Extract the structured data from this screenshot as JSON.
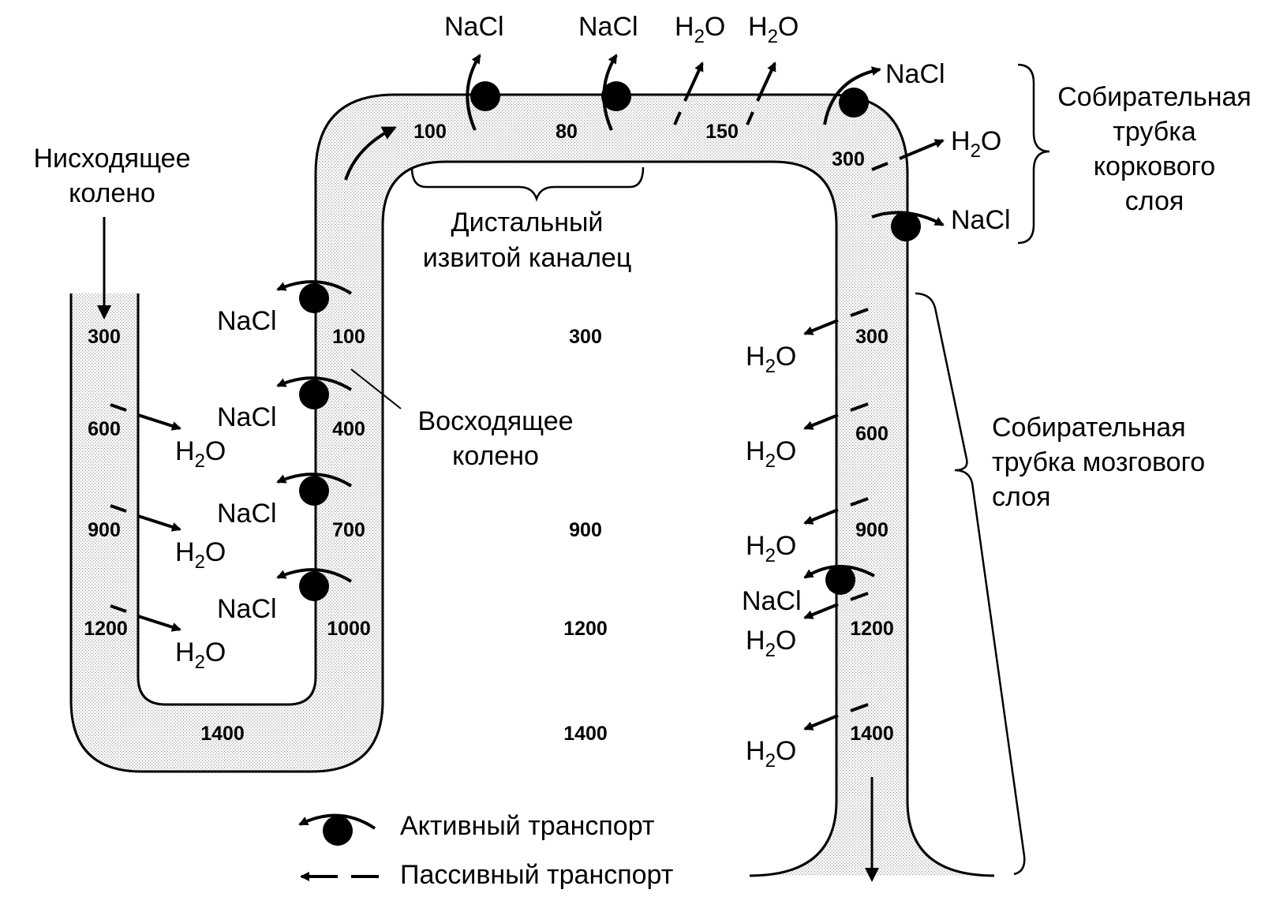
{
  "labels": {
    "descending_limb": [
      "Нисходящее",
      "колено"
    ],
    "ascending_limb": [
      "Восходящее",
      "колено"
    ],
    "distal_tubule": [
      "Дистальный",
      "извитой каналец"
    ],
    "cortical_duct": [
      "Собирательная",
      "трубка",
      "коркового",
      "слоя"
    ],
    "medullary_duct": [
      "Собирательная",
      "трубка мозгового",
      "слоя"
    ]
  },
  "legend": {
    "active": "Активный транспорт",
    "passive": "Пассивный транспорт"
  },
  "species": {
    "nacl": "NaCl",
    "h2o_h": "H",
    "h2o_sub": "2",
    "h2o_o": "O"
  },
  "concentrations": {
    "descending": [
      "300",
      "600",
      "900",
      "1200"
    ],
    "loop_bottom": "1400",
    "ascending": [
      "100",
      "400",
      "700",
      "1000"
    ],
    "distal": [
      "100",
      "80",
      "150"
    ],
    "cortical": "300",
    "interstitium": [
      "300",
      "900",
      "1200",
      "1400"
    ],
    "collecting": [
      "300",
      "600",
      "900",
      "1200",
      "1400"
    ]
  }
}
